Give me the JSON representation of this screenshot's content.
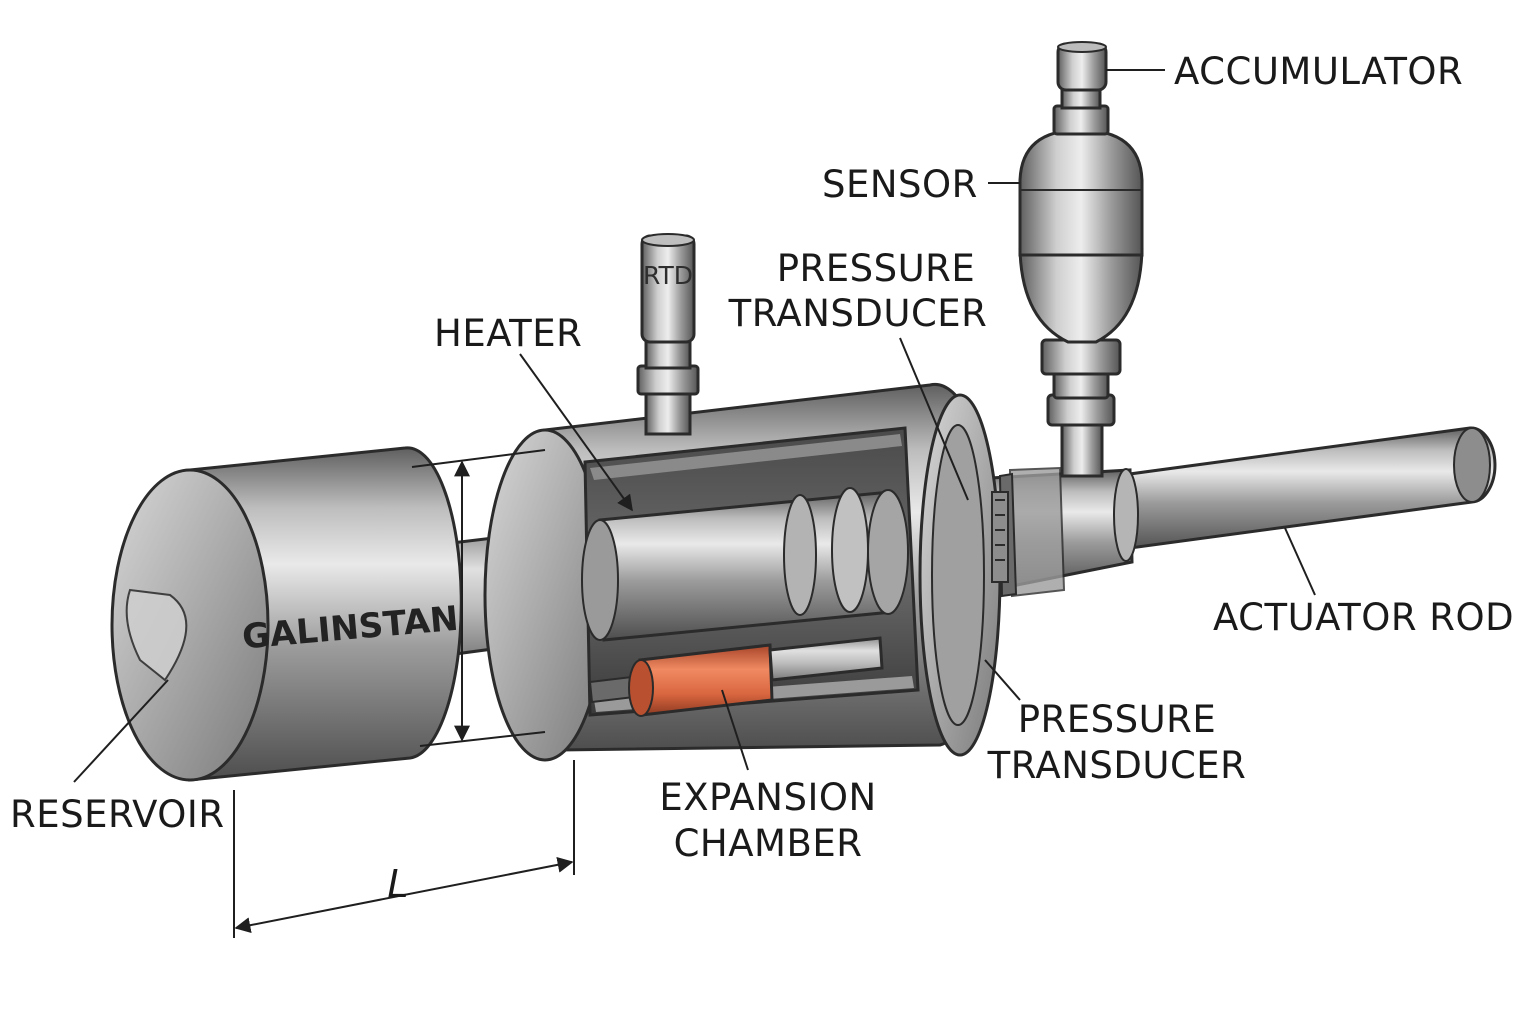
{
  "labels": {
    "accumulator": "ACCUMULATOR",
    "sensor": "SENSOR",
    "pressure_transducer_top_line1": "PRESSURE",
    "pressure_transducer_top_line2": "TRANSDUCER",
    "heater": "HEATER",
    "actuator_rod": "ACTUATOR ROD",
    "pressure_transducer_bottom_line1": "PRESSURE",
    "pressure_transducer_bottom_line2": "TRANSDUCER",
    "expansion_chamber_line1": "EXPANSION",
    "expansion_chamber_line2": "CHAMBER",
    "reservoir": "RESERVOIR",
    "length_dimension": "L"
  },
  "component_text": {
    "reservoir_marking": "GALINSTAN",
    "rtd_marking": "RTD"
  },
  "colors": {
    "metal_dark": "#6e6e6e",
    "metal_mid": "#a3a3a3",
    "metal_light": "#e2e2e2",
    "copper": "#d9663f",
    "outline": "#2b2b2b"
  }
}
